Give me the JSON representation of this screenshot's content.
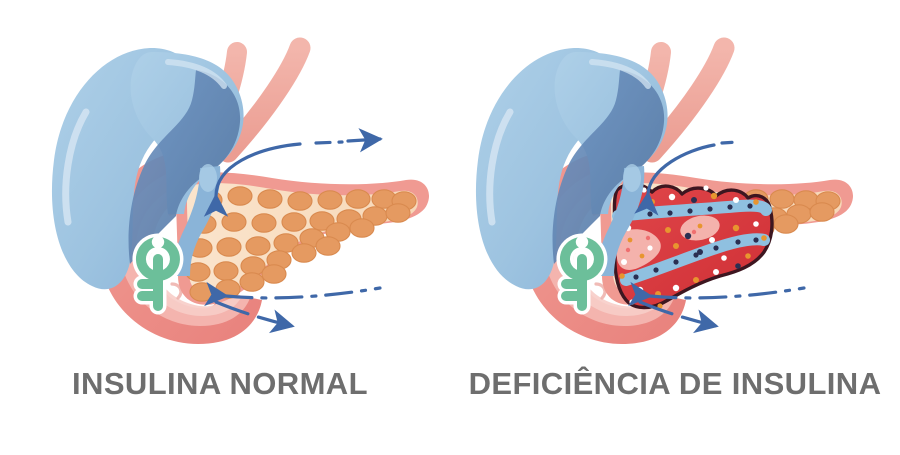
{
  "figure": {
    "title_left": "INSULINA NORMAL",
    "title_right": "DEFICIÊNCIA DE INSULINA",
    "background": "#ffffff",
    "caption_color": "#6e6e6e"
  },
  "panels": [
    {
      "id": "normal",
      "caption": "INSULINA NORMAL",
      "state": "healthy",
      "organs": {
        "gallbladder_label": "gallbladder",
        "liver_duct_label": "bile-duct",
        "duodenum_label": "duodenum",
        "pancreas_label": "pancreas",
        "key_label": "insulin-key"
      }
    },
    {
      "id": "deficiency",
      "caption": "DEFICIÊNCIA DE INSULINA",
      "state": "inflamed",
      "organs": {
        "gallbladder_label": "gallbladder",
        "liver_duct_label": "bile-duct",
        "duodenum_label": "duodenum",
        "pancreas_label": "pancreas-inflamed",
        "key_label": "insulin-key"
      }
    }
  ],
  "colors": {
    "gallbladder_light": "#9dc3e0",
    "gallbladder_mid": "#7fa9d3",
    "gallbladder_dark": "#5b7fb5",
    "gallbladder_highlight": "#c5dced",
    "duct_pink": "#f0aaa2",
    "duodenum_outer": "#ef8f8a",
    "duodenum_mid": "#f4b6b0",
    "duodenum_inner": "#f7cdc8",
    "pancreas_membrane": "#f09a92",
    "pancreas_body": "#f8dcc0",
    "lobule": "#e59a61",
    "lobule_edge": "#d98a4f",
    "key_green": "#6cbf9a",
    "key_outline": "#ffffff",
    "arrow_blue": "#3f68a8",
    "inflamed_red": "#d93a3f",
    "inflamed_outline": "#3d1620",
    "inflamed_duct": "#8fc0e0",
    "dot_white": "#ffffff",
    "dot_orange": "#e8952f",
    "dot_navy": "#2a2f52",
    "necrosis_pink": "#f5b8b2"
  },
  "arrows": {
    "top_arrow_in": "curved-arrow-into-pancreas-head",
    "top_arrow_out": "dashed-arrow-outward",
    "bottom_arrow_in": "dash-dot-arrow-into-pancreas",
    "bottom_arrow_out": "dashed-arrow-outward-lower"
  }
}
